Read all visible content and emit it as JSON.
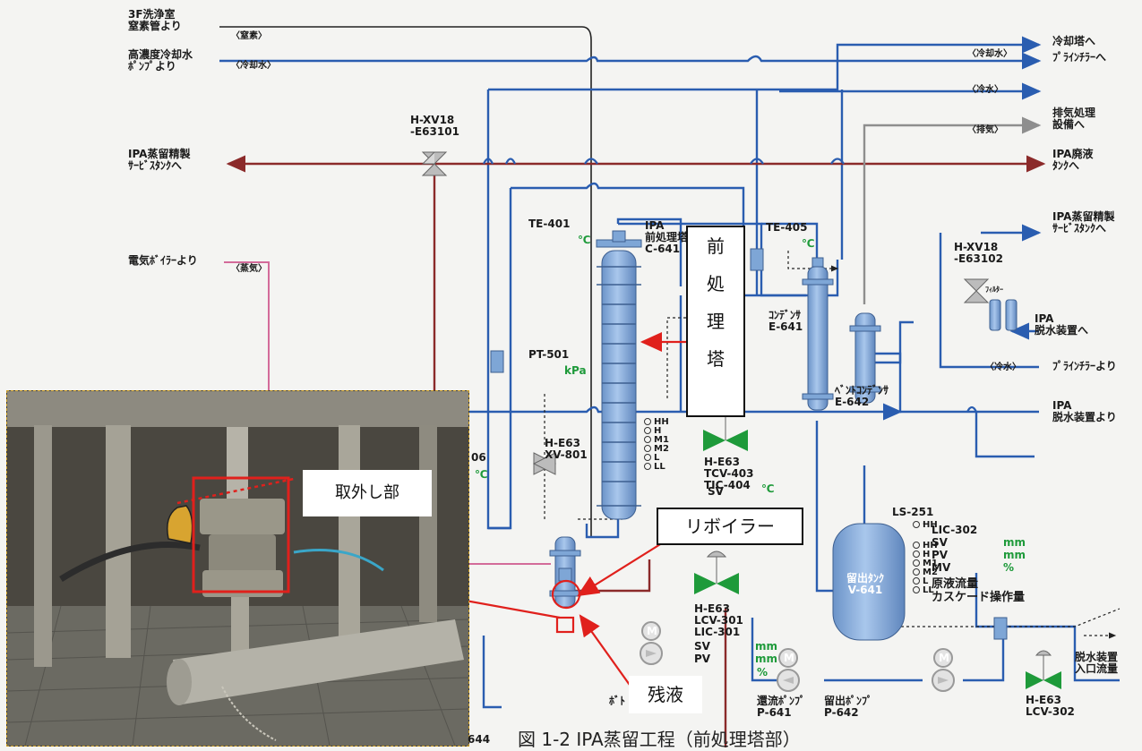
{
  "inlets": {
    "nitrogen_src": "3F洗浄室\n窒素管より",
    "nitrogen_tag": "〈窒素〉",
    "cooling_src": "高濃度冷却水\nﾎﾟﾝﾌﾟより",
    "cooling_tag": "〈冷却水〉",
    "boiler_src": "電気ﾎﾞｲﾗｰより",
    "steam_tag": "〈蒸気〉"
  },
  "outlets": {
    "cooling_tower": "冷却塔へ",
    "cooling_tower_tag": "〈冷却水〉",
    "brine": "ﾌﾟﾗｲﾝﾁﾗｰへ",
    "brine_tag": "〈冷水〉",
    "exhaust": "排気処理\n設備へ",
    "exhaust_tag": "〈排気〉",
    "waste": "IPA廃液\nﾀﾝｸへ",
    "service_tank": "IPA蒸留精製\nｻｰﾋﾞｽﾀﾝｸへ",
    "dehydrator": "IPA\n脱水装置へ",
    "brine_in": "ﾌﾟﾗｲﾝﾁﾗｰより",
    "brine_in_tag": "〈冷水〉",
    "dehydrator_in": "IPA\n脱水装置より",
    "dehydrator_flow": "脱水装置\n入口流量"
  },
  "service_tank_left": "IPA蒸留精製\nｻｰﾋﾞｽﾀﾝｸへ",
  "valves": {
    "hxv18_1": "H-XV18\n-E63101",
    "hxv18_2": "H-XV18\n-E63102",
    "he63_xv801": "H-E63\nXV-801",
    "tcv403": "H-E63\nTCV-403\nTIC-404",
    "lcv301": "H-E63\nLCV-301\nLIC-301",
    "lcv302": "H-E63\nLCV-302",
    "filter": "ﾌｨﾙﾀｰ"
  },
  "instruments": {
    "te401": "TE-401",
    "te405": "TE-405",
    "pt501": "PT-501",
    "ls251": "LS-251",
    "lic302": "LIC-302",
    "unit_c": "℃",
    "unit_kpa": "kPa",
    "unit_mm": "mm",
    "unit_pct": "%",
    "sv": "SV",
    "pv": "PV",
    "mv": "MV",
    "te406_partial": "06",
    "cascade": "原液流量\nカスケード操作量"
  },
  "level_marks": [
    "HH",
    "H",
    "M1",
    "M2",
    "L",
    "LL"
  ],
  "equipment": {
    "column": "IPA\n前処理塔\nC-641",
    "condenser": "ｺﾝﾃﾞﾝｻ\nE-641",
    "vent_condenser": "ﾍﾞﾝﾄｺﾝﾃﾞﾝｻ\nE-642",
    "tank": "留出ﾀﾝｸ\nV-641",
    "reflux_pump": "還流ﾎﾟﾝﾌﾟ\nP-641",
    "distill_pump": "留出ﾎﾟﾝﾌﾟ\nP-642",
    "bottom_pump_partial": "ﾎﾞﾄ",
    "pump_m": "M",
    "partial_644": "644"
  },
  "annotations": {
    "column_label": "前\n処\n理\n塔",
    "reboiler": "リボイラー",
    "residue": "残液",
    "removed": "取外し部"
  },
  "caption": "図 1-2 IPA蒸留工程（前処理塔部）",
  "colors": {
    "blue": "#2a5db0",
    "maroon": "#8b2a2a",
    "pink": "#d36b9a",
    "gray": "#8e8e8e",
    "equip": "#7ea6d6",
    "red": "#e0201c",
    "green": "#1e9a3a"
  }
}
